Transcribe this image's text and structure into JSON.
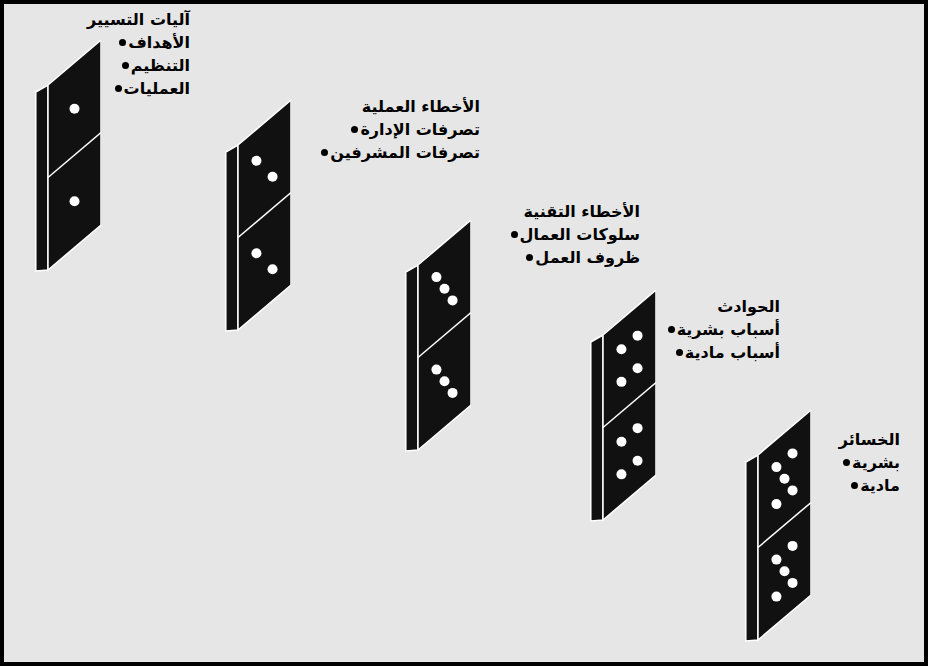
{
  "diagram": {
    "nodes": [
      {
        "text": [
          "آليات التسيير",
          "الأهداف",
          "التنظيم",
          "العمليات"
        ]
      },
      {
        "text": [
          "الأخطاء العملية",
          "تصرفات الإدارة",
          "تصرفات المشرفين"
        ]
      },
      {
        "text": [
          "الأخطاء التقنية",
          "سلوكات العمال",
          "ظروف العمل"
        ]
      },
      {
        "text": [
          "الحوادث",
          "أسباب بشرية",
          "أسباب مادية"
        ]
      },
      {
        "text": [
          "الخسائر",
          "بشرية",
          "مادية"
        ]
      }
    ]
  }
}
